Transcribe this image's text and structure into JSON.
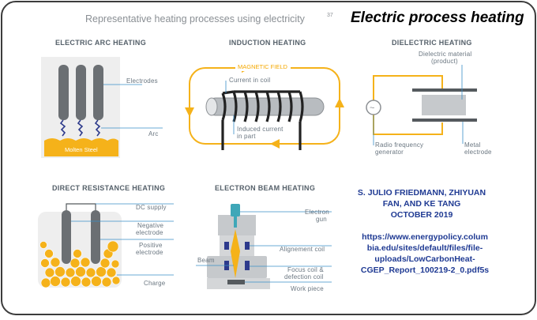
{
  "title": "Electric process heating",
  "subtitle": "Representative heating processes using electricity",
  "subtitle_ref": "37",
  "colors": {
    "accent_gold": "#f5b21a",
    "electrode_gray": "#6b6f73",
    "leader_blue": "#3a8fc8",
    "text_blue": "#1f3a93",
    "panel_bg": "#eeeeee"
  },
  "panels": {
    "arc": {
      "heading": "ELECTRIC ARC HEATING",
      "labels": {
        "electrodes": "Electrodes",
        "arc": "Arc",
        "molten": "Molten Steel"
      }
    },
    "induction": {
      "heading": "INDUCTION HEATING",
      "labels": {
        "magnetic": "MAGNETIC FIELD",
        "current_coil": "Current in coil",
        "induced_1": "Induced current",
        "induced_2": "in part"
      }
    },
    "dielectric": {
      "heading": "DIELECTRIC HEATING",
      "labels": {
        "material_1": "Dielectric material",
        "material_2": "(product)",
        "rf_1": "Radio frequency",
        "rf_2": "generator",
        "metal_1": "Metal",
        "metal_2": "electrode",
        "rf_symbol": "~"
      }
    },
    "resistance": {
      "heading": "DIRECT RESISTANCE HEATING",
      "labels": {
        "dc": "DC supply",
        "neg_1": "Negative",
        "neg_2": "electrode",
        "pos_1": "Positive",
        "pos_2": "electrode",
        "charge": "Charge"
      }
    },
    "ebeam": {
      "heading": "ELECTRON BEAM HEATING",
      "labels": {
        "gun_1": "Electron",
        "gun_2": "gun",
        "align": "Alignement coil",
        "beam": "Beam",
        "focus_1": "Focus coil &",
        "focus_2": "defection coil",
        "work": "Work piece"
      }
    }
  },
  "citation": {
    "authors": [
      "S. JULIO FRIEDMANN, ZHIYUAN",
      "FAN, AND KE TANG",
      "OCTOBER 2019"
    ],
    "url": [
      "https://www.energypolicy.colum",
      "bia.edu/sites/default/files/file-",
      "uploads/LowCarbonHeat-",
      "CGEP_Report_100219-2_0.pdf5s"
    ]
  }
}
